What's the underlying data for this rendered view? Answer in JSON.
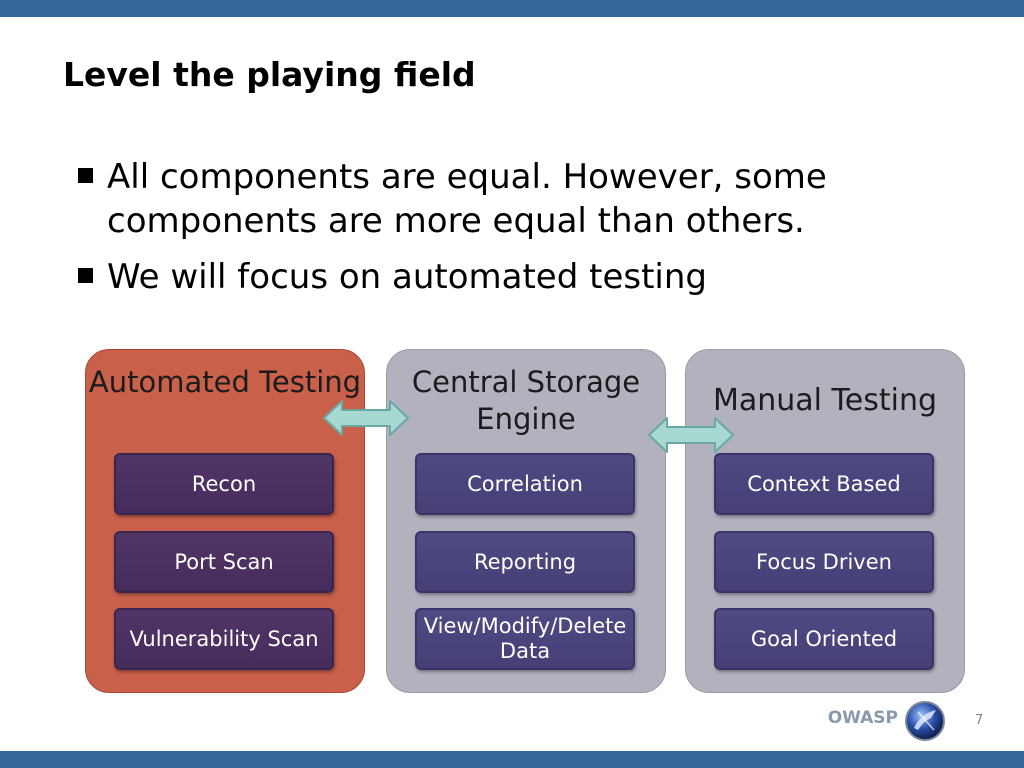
{
  "slide": {
    "title": "Level the playing field",
    "bullets": [
      "All components are equal. However, some components are more equal than others.",
      "We will focus on automated testing"
    ]
  },
  "diagram": {
    "columns": [
      {
        "title": "Automated Testing",
        "color": "#c9604a",
        "items": [
          "Recon",
          "Port Scan",
          "Vulnerability Scan"
        ]
      },
      {
        "title": "Central Storage Engine",
        "color": "#b2b2be",
        "items": [
          "Correlation",
          "Reporting",
          "View/Modify/Delete Data"
        ]
      },
      {
        "title": "Manual Testing",
        "color": "#b2b2be",
        "items": [
          "Context Based",
          "Focus Driven",
          "Goal Oriented"
        ]
      }
    ],
    "connector_color": "#a8d8d2"
  },
  "footer": {
    "brand": "OWASP",
    "page_number": "7",
    "bar_color": "#336699"
  }
}
